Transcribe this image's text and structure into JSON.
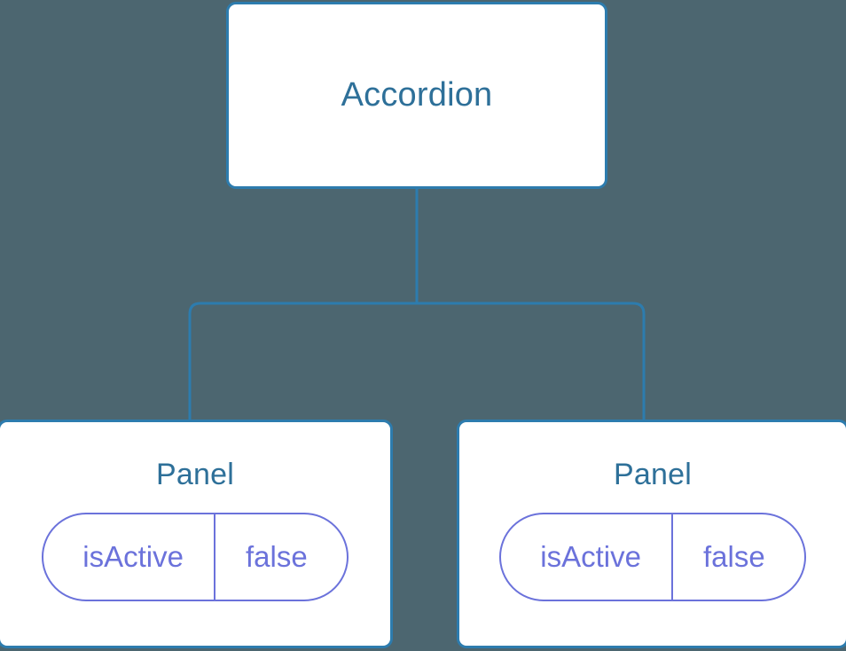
{
  "diagram": {
    "type": "component-tree",
    "background_color": "#4c6670",
    "node_border_color": "#2d7cae",
    "node_title_color": "#2e7099",
    "connector_color": "#2d7cae",
    "state_accent_color": "#6b72db",
    "root": {
      "title": "Accordion"
    },
    "children": [
      {
        "title": "Panel",
        "state": {
          "key": "isActive",
          "value": "false"
        }
      },
      {
        "title": "Panel",
        "state": {
          "key": "isActive",
          "value": "false"
        }
      }
    ]
  }
}
